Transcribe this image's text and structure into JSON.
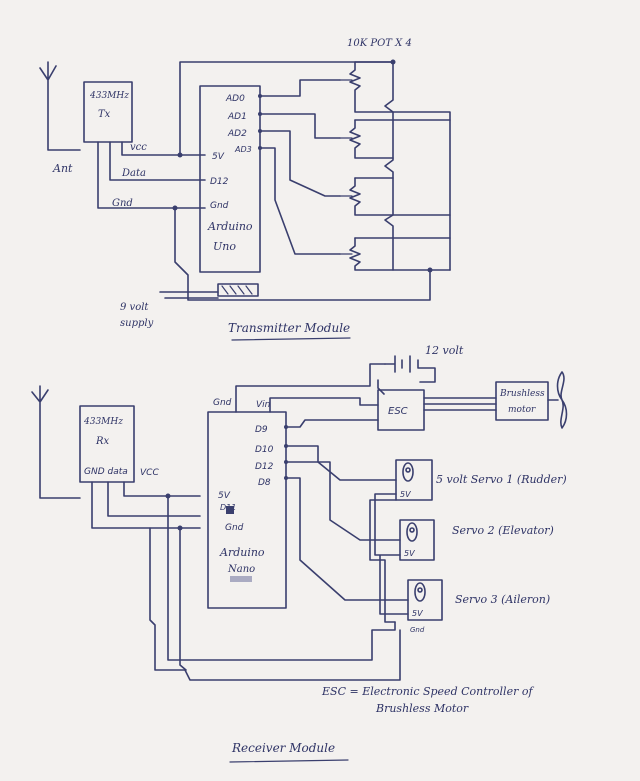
{
  "transmitter": {
    "antenna_label": "Ant",
    "tx_module_label": "433MHz",
    "tx_module_sub": "Tx",
    "vcc_label": "vcc",
    "data_label": "Data",
    "gnd_label": "Gnd",
    "arduino_pins": [
      "AD0",
      "AD1",
      "AD2",
      "AD3",
      "5V",
      "D12",
      "Gnd"
    ],
    "arduino_name_1": "Arduino",
    "arduino_name_2": "Uno",
    "pot_label": "10K POT X 4",
    "supply_label_1": "9 volt",
    "supply_label_2": "supply",
    "section_title": "Transmitter Module"
  },
  "receiver": {
    "rx_module_label": "433MHz",
    "rx_module_sub": "Rx",
    "rx_pins_label": "GND data",
    "vcc_label": "VCC",
    "gnd_label": "Gnd",
    "vin_label": "Vin",
    "arduino_pins_left": [
      "5V",
      "D11",
      "Gnd"
    ],
    "arduino_pins_right": [
      "D9",
      "D10",
      "D12",
      "D8"
    ],
    "arduino_name_1": "Arduino",
    "arduino_name_2": "Nano",
    "battery_label": "12 volt",
    "esc_label": "ESC",
    "motor_label_1": "Brushless",
    "motor_label_2": "motor",
    "servo1_label": "5 volt Servo 1 (Rudder)",
    "servo2_label": "Servo 2 (Elevator)",
    "servo3_label": "Servo 3 (Aileron)",
    "servo_pin_label": "5V",
    "servo_gnd_label": "Gnd",
    "esc_note_1": "ESC = Electronic Speed Controller of",
    "esc_note_2": "Brushless Motor",
    "section_title": "Receiver Module"
  }
}
